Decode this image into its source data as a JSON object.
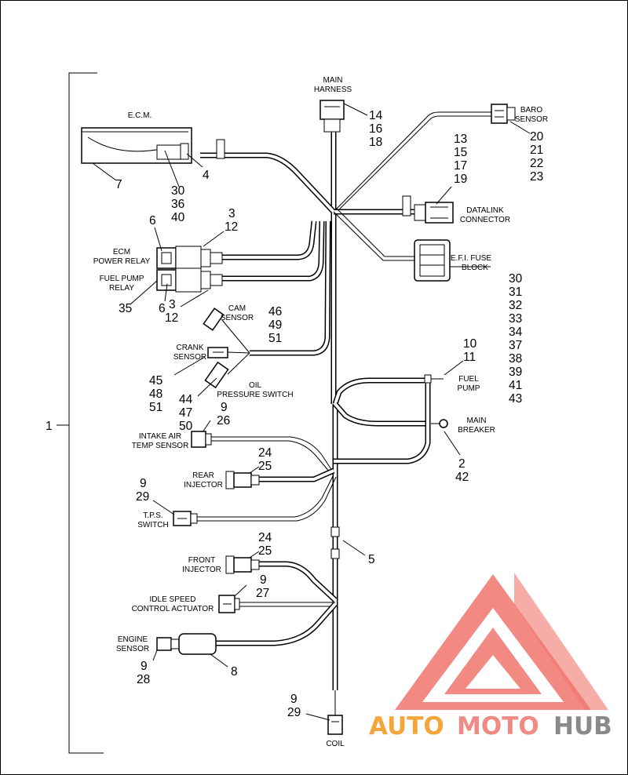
{
  "diagram": {
    "labels": {
      "main_harness": [
        "MAIN",
        "HARNESS"
      ],
      "ecm": "E.C.M.",
      "baro_sensor": [
        "BARO",
        "SENSOR"
      ],
      "datalink_connector": [
        "DATALINK",
        "CONNECTOR"
      ],
      "efi_fuse_block": [
        "E.F.I. FUSE",
        "BLOCK"
      ],
      "ecm_power_relay": [
        "ECM",
        "POWER RELAY"
      ],
      "fuel_pump_relay": [
        "FUEL PUMP",
        "RELAY"
      ],
      "cam_sensor": [
        "CAM",
        "SENSOR"
      ],
      "crank_sensor": [
        "CRANK",
        "SENSOR"
      ],
      "oil_pressure_switch": [
        "OIL",
        "PRESSURE SWITCH"
      ],
      "fuel_pump": [
        "FUEL",
        "PUMP"
      ],
      "main_breaker": [
        "MAIN",
        "BREAKER"
      ],
      "intake_air_temp_sensor": [
        "INTAKE AIR",
        "TEMP SENSOR"
      ],
      "rear_injector": [
        "REAR",
        "INJECTOR"
      ],
      "tps_switch": [
        "T.P.S.",
        "SWITCH"
      ],
      "front_injector": [
        "FRONT",
        "INJECTOR"
      ],
      "idle_speed_control_actuator": [
        "IDLE SPEED",
        "CONTROL ACTUATOR"
      ],
      "engine_sensor": [
        "ENGINE",
        "SENSOR"
      ],
      "coil": "COIL"
    },
    "callouts": {
      "main_harness": [
        "14",
        "16",
        "18"
      ],
      "baro_sensor": [
        "20",
        "21",
        "22",
        "23"
      ],
      "datalink": [
        "13",
        "15",
        "17",
        "19"
      ],
      "ecm_bracket": "4",
      "ecm": "7",
      "ecm_screws": [
        "30",
        "36",
        "40"
      ],
      "relay_top": [
        "3",
        "12"
      ],
      "relay_left_6": "6",
      "relay_left_35": "35",
      "relay_bottom_6": "6",
      "relay_bottom": [
        "3",
        "12"
      ],
      "fuse_block": [
        "30",
        "31",
        "32",
        "33",
        "34",
        "37",
        "38",
        "39",
        "41",
        "43"
      ],
      "cam_sensor": [
        "46",
        "49",
        "51"
      ],
      "crank_sensor": [
        "45",
        "48",
        "51"
      ],
      "oil_switch": [
        "44",
        "47",
        "50"
      ],
      "fuel_pump": [
        "10",
        "11"
      ],
      "iat_sensor": [
        "9",
        "26"
      ],
      "main_breaker": [
        "2",
        "42"
      ],
      "rear_injector": [
        "24",
        "25"
      ],
      "tps_switch": [
        "9",
        "29"
      ],
      "harness_clip": "5",
      "front_injector": [
        "24",
        "25"
      ],
      "idle_speed": [
        "9",
        "27"
      ],
      "engine_sensor": [
        "9",
        "28"
      ],
      "engine_sensor_harness": "8",
      "coil": [
        "9",
        "29"
      ],
      "assembly": "1"
    }
  },
  "watermark": {
    "brand_parts": [
      "AUTO",
      "MOTO",
      "HUB"
    ],
    "colors": {
      "auto": "#f6a53a",
      "moto": "#f08a84",
      "hub": "#8a8a8a",
      "logo": "#f0746c"
    }
  }
}
